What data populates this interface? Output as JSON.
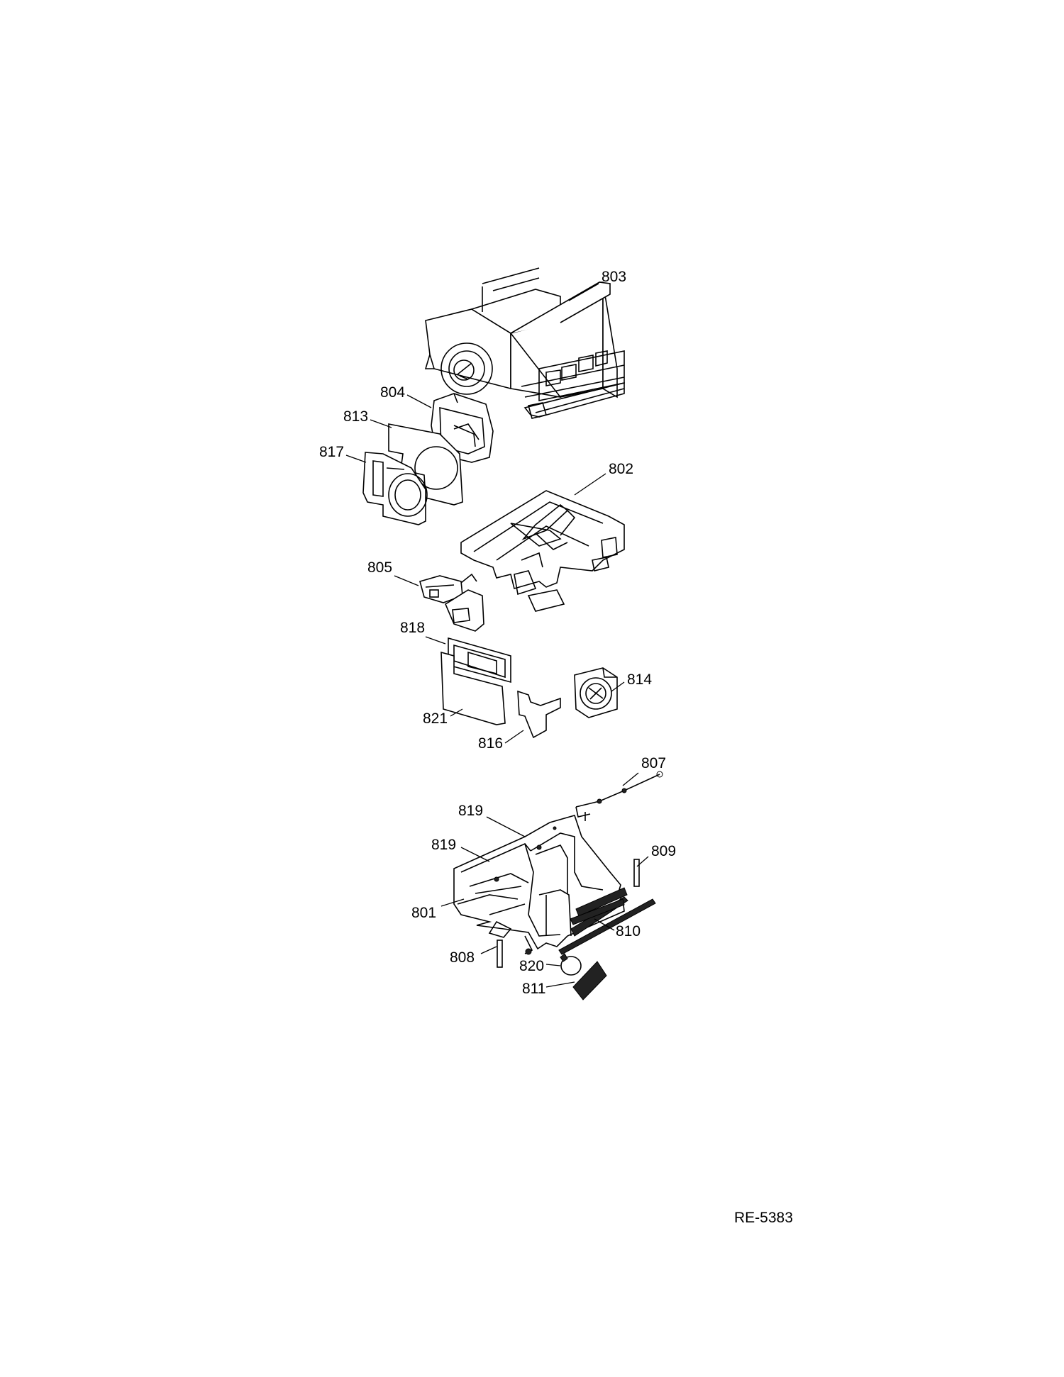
{
  "diagram": {
    "drawing_code": "RE-5383",
    "parts": [
      {
        "id": "803",
        "label": "803"
      },
      {
        "id": "804",
        "label": "804"
      },
      {
        "id": "813",
        "label": "813"
      },
      {
        "id": "817",
        "label": "817"
      },
      {
        "id": "802",
        "label": "802"
      },
      {
        "id": "805",
        "label": "805"
      },
      {
        "id": "818",
        "label": "818"
      },
      {
        "id": "814",
        "label": "814"
      },
      {
        "id": "821",
        "label": "821"
      },
      {
        "id": "816",
        "label": "816"
      },
      {
        "id": "807",
        "label": "807"
      },
      {
        "id": "819a",
        "label": "819"
      },
      {
        "id": "819b",
        "label": "819"
      },
      {
        "id": "809",
        "label": "809"
      },
      {
        "id": "801",
        "label": "801"
      },
      {
        "id": "810",
        "label": "810"
      },
      {
        "id": "808",
        "label": "808"
      },
      {
        "id": "820",
        "label": "820"
      },
      {
        "id": "811",
        "label": "811"
      }
    ]
  }
}
